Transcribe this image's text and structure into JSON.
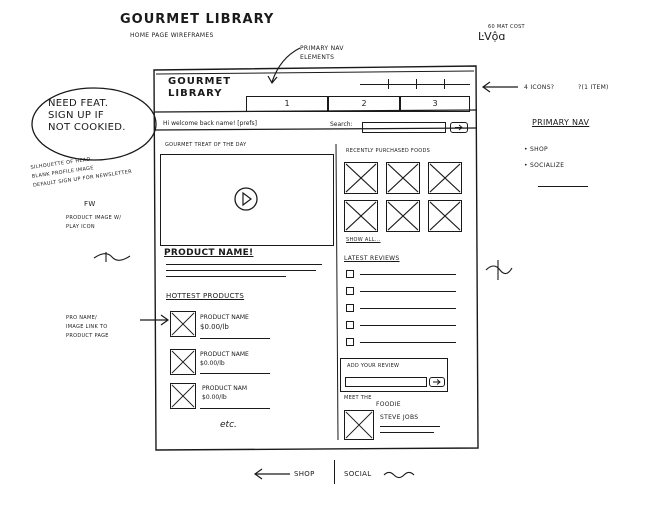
{
  "header_notes": {
    "title": "GOURMET LIBRARY",
    "subtitle": "HOME PAGE WIREFRAMES",
    "top_right_note": "60 MAT COST",
    "top_right_scribble": "ĿVộɑ"
  },
  "annotations": {
    "primary_nav": "PRIMARY NAV ELEMENTS",
    "need_feat": [
      "NEED FEAT.",
      "SIGN UP if",
      "NOT COOKIED."
    ],
    "silhouette": [
      "SILHOUETTE OF HEAD",
      "BLANK PROFILE IMAGE",
      "DEFAULT SIGN UP FOR NEWSLETTER"
    ],
    "fw": "FW",
    "product_image": [
      "PRODUCT IMAGE w/",
      "PLAY ICON"
    ],
    "pro_name": [
      "PRO NAME/",
      "IMAGE LINK TO",
      "PRODUCT PAGE"
    ],
    "icons": "4 ICONS?",
    "icons_item": "?(1 ITEM)",
    "primary_nav_list_title": "PRIMARY NAV",
    "primary_nav_list": [
      "SHOP",
      "SOCIALIZE"
    ],
    "bottom_shop": "SHOP",
    "bottom_social": "SOCIAL"
  },
  "wireframe": {
    "logo": [
      "GOURMET",
      "LIBRARY"
    ],
    "nav_tabs": [
      "1",
      "2",
      "3"
    ],
    "welcome": "Hi welcome back name! [prefs]",
    "search_label": "Search:",
    "treat_heading": "GOURMET TREAT of THE DAY",
    "recent_heading": "RECENTLY PURCHASED FOODS",
    "show_all": "SHOW ALL...",
    "product_name_heading": "PRODUCT NAME!",
    "latest_reviews": "LATEST REVIEWS",
    "hottest_products": "HOTTEST PRODUCTS",
    "products": [
      {
        "name": "PRODUCT NAME",
        "price": "$0.00/lb"
      },
      {
        "name": "PRODUCT NAME",
        "price": "$0.00/lb"
      },
      {
        "name": "PRODUCT NAM",
        "price": "$0.00/lb"
      }
    ],
    "add_review": "ADD YOUR REVIEW",
    "meet_the": "MEET THE",
    "foodie": "FOODIE",
    "foodie_name": "STEVE JOBS",
    "etc": "etc."
  }
}
